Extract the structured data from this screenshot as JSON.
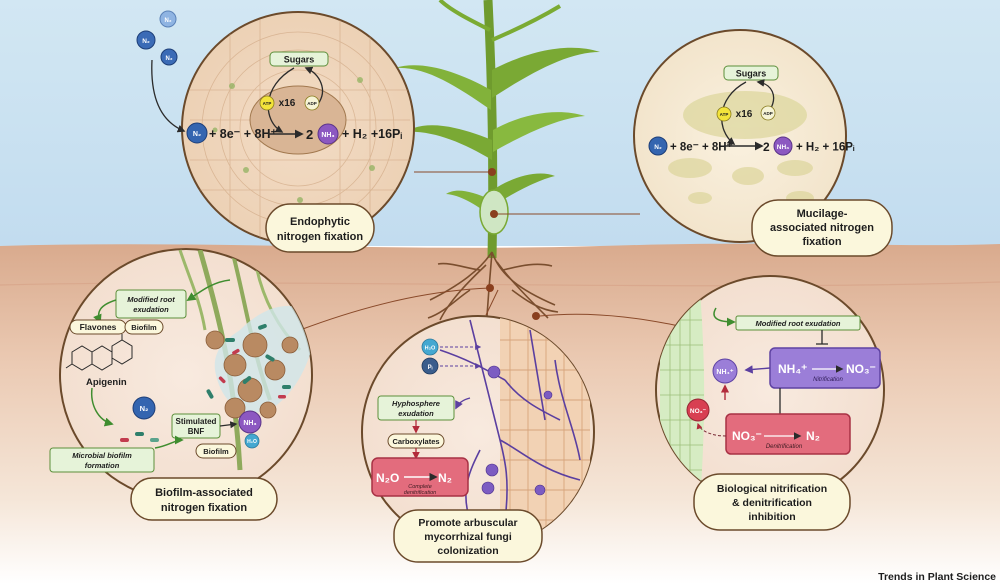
{
  "footer": {
    "credit": "Trends in Plant Science"
  },
  "molecules": {
    "n2": "N₂",
    "nh3": "NH₃",
    "h2o": "H₂O",
    "pi": "Pᵢ",
    "nh4": "NH₄⁺",
    "no3": "NO₃⁻",
    "atp": "ATP",
    "adp": "ADP"
  },
  "panels": {
    "endophytic": {
      "title_line1": "Endophytic",
      "title_line2": "nitrogen fixation",
      "sugars": "Sugars",
      "multiplier": "x16",
      "eq_part1": "+ 8e⁻ + 8H⁺",
      "eq_coef": "2",
      "eq_part2": "+ H₂ +16Pᵢ"
    },
    "mucilage": {
      "title_line1": "Mucilage-",
      "title_line2": "associated nitrogen",
      "title_line3": "fixation",
      "sugars": "Sugars",
      "multiplier": "x16",
      "eq_part1": "+ 8e⁻ + 8H⁺",
      "eq_coef": "2",
      "eq_part2": "+ H₂ + 16Pᵢ"
    },
    "biofilm": {
      "title_line1": "Biofilm-associated",
      "title_line2": "nitrogen fixation",
      "modified_line1": "Modified root",
      "modified_line2": "exudation",
      "flavones": "Flavones",
      "biofilm": "Biofilm",
      "apigenin": "Apigenin",
      "stimulated_line1": "Stimulated",
      "stimulated_line2": "BNF",
      "microbial_line1": "Microbial biofilm",
      "microbial_line2": "formation"
    },
    "amf": {
      "title_line1": "Promote arbuscular",
      "title_line2": "mycorrhizal fungi",
      "title_line3": "colonization",
      "hypho_line1": "Hyphosphere",
      "hypho_line2": "exudation",
      "carboxylates": "Carboxylates",
      "n2o": "N₂O",
      "complete_line1": "Complete",
      "complete_line2": "denitrification"
    },
    "nitrification": {
      "title_line1": "Biological nitrification",
      "title_line2": "& denitrification",
      "title_line3": "inhibition",
      "modified": "Modified root exudation",
      "nitrification": "Nitrification",
      "denitrification": "Denitrification"
    }
  }
}
